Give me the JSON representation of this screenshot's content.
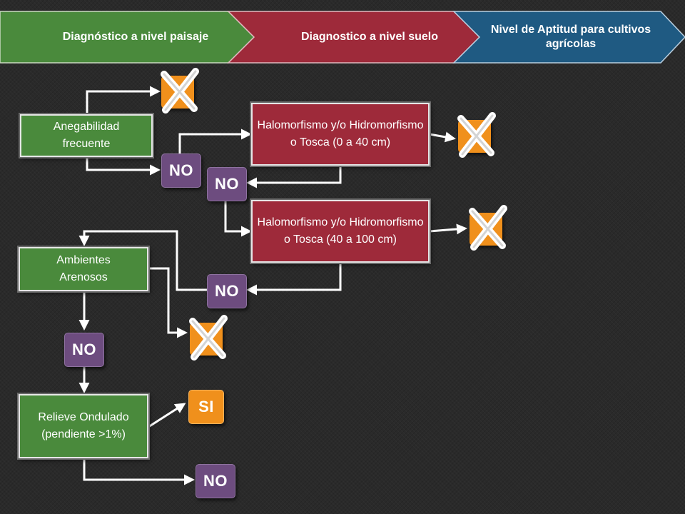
{
  "header": {
    "steps": [
      {
        "label": "Diagnóstico a nivel paisaje",
        "color": "#4a8a3c"
      },
      {
        "label": "Diagnostico a nivel suelo",
        "color": "#9e2a3a"
      },
      {
        "label": "Nivel de Aptitud para cultivos agrícolas",
        "color": "#1f5a82"
      }
    ]
  },
  "nodes": {
    "anegabilidad": "Anegabilidad frecuente",
    "halomorfismo_0_40": "Halomorfismo y/o Hidromorfismo o Tosca (0 a 40 cm)",
    "halomorfismo_40_100": "Halomorfismo y/o Hidromorfismo o Tosca (40 a 100 cm)",
    "ambientes_arenosos": "Ambientes Arenosos",
    "relieve_ondulado": "Relieve Ondulado (pendiente >1%)"
  },
  "tags": {
    "no": "NO",
    "si": "SI"
  },
  "colors": {
    "green": "#4a8a3c",
    "red": "#9e2a3a",
    "blue": "#1f5a82",
    "purple": "#6d4c7f",
    "orange": "#f0901c"
  },
  "icons": {
    "reject": "x-mark-icon"
  }
}
